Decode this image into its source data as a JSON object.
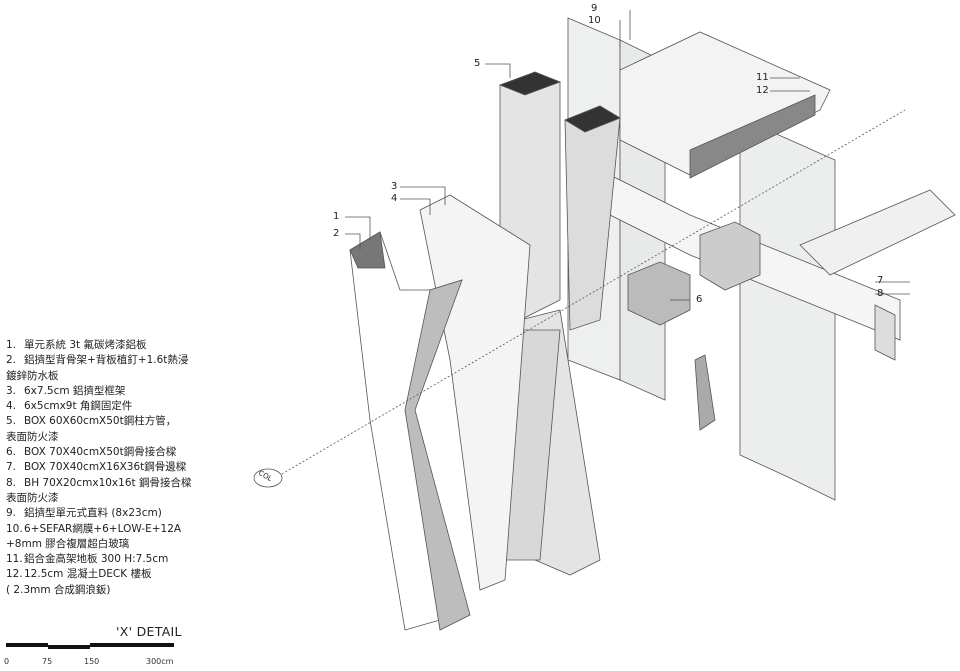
{
  "title": "'X' DETAIL",
  "legend": [
    {
      "num": "1.",
      "lines": [
        "單元系統 3t 氟碳烤漆鋁板"
      ]
    },
    {
      "num": "2.",
      "lines": [
        "鋁擠型背骨架+背板植釘+1.6t熱浸",
        "鍍鋅防水板"
      ]
    },
    {
      "num": "3.",
      "lines": [
        "6x7.5cm 鋁擠型框架"
      ]
    },
    {
      "num": "4.",
      "lines": [
        "6x5cmx9t 角鋼固定件"
      ]
    },
    {
      "num": "5.",
      "lines": [
        "BOX 60X60cmX50t鋼柱方管，",
        "表面防火漆"
      ]
    },
    {
      "num": "6.",
      "lines": [
        "BOX 70X40cmX50t鋼骨接合樑"
      ]
    },
    {
      "num": "7.",
      "lines": [
        "BOX 70X40cmX16X36t鋼骨邊樑"
      ]
    },
    {
      "num": "8.",
      "lines": [
        "BH 70X20cmx10x16t 鋼骨接合樑",
        "表面防火漆"
      ]
    },
    {
      "num": "9.",
      "lines": [
        "鋁擠型單元式直料 (8x23cm)"
      ]
    },
    {
      "num": "10.",
      "lines": [
        "6+SEFAR網膜+6+LOW-E+12A",
        "+8mm 膠合複層超白玻璃"
      ]
    },
    {
      "num": "11.",
      "lines": [
        "鋁合金高架地板 300 H:7.5cm"
      ]
    },
    {
      "num": "12.",
      "lines": [
        "12.5cm 混凝土DECK 樓板",
        "( 2.3mm 合成鋼浪鈑)"
      ]
    }
  ],
  "callouts": [
    "1",
    "2",
    "3",
    "4",
    "5",
    "6",
    "7",
    "8",
    "9",
    "10",
    "11",
    "12"
  ],
  "col_marker": "COL",
  "scale": {
    "ticks": [
      "0",
      "75",
      "150",
      "300cm"
    ]
  }
}
